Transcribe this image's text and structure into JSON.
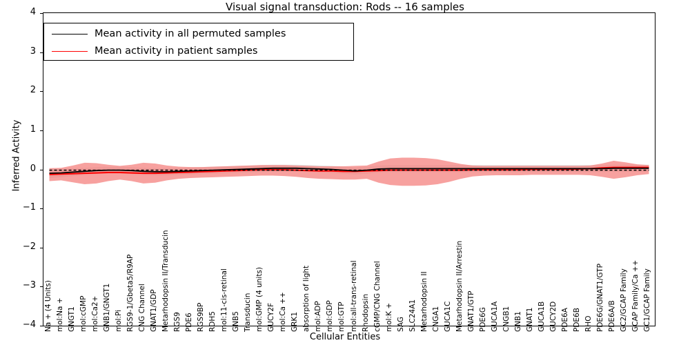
{
  "chart_data": {
    "type": "line",
    "title": "Visual signal transduction: Rods -- 16 samples",
    "xlabel": "Cellular Entities",
    "ylabel": "Inferred Activity",
    "ylim": [
      -4,
      4
    ],
    "yticks": [
      "-4",
      "-3",
      "-2",
      "-1",
      "0",
      "1",
      "2",
      "3",
      "4"
    ],
    "grid": false,
    "legend_position": "upper left",
    "categories": [
      "Na + (4 Units)",
      "mol:Na +",
      "GNGT1",
      "mol:cGMP",
      "mol:Ca2+",
      "GNB1/GNGT1",
      "mol:Pi",
      "RGS9-1/Gbeta5/R9AP",
      "CNG Channel",
      "GNAT1/GDP",
      "Metarhodopsin II/Transducin",
      "RGS9",
      "PDE6",
      "RGS9BP",
      "RDH5",
      "mol:11-cis-retinal",
      "GNB5",
      "Transducin",
      "mol:GMP (4 units)",
      "GUCY2F",
      "mol:Ca ++",
      "GRK1",
      "absorption of light",
      "mol:ADP",
      "mol:GDP",
      "mol:GTP",
      "mol:all-trans-retinal",
      "Rhodopsin",
      "cGMP/CNG Channel",
      "mol:K +",
      "SAG",
      "SLC24A1",
      "Metarhodopsin II",
      "CNGA1",
      "GUCA1C",
      "Metarhodopsin II/Arrestin",
      "GNAT1/GTP",
      "PDE6G",
      "GUCA1A",
      "CNGB1",
      "GNB1",
      "GNAT1",
      "GUCA1B",
      "GUCY2D",
      "PDE6A",
      "PDE6B",
      "RHO",
      "PDE6G/GNAT1/GTP",
      "PDE6A/B",
      "GC2/GCAP Family",
      "GCAP Family/Ca ++",
      "GC1/GCAP Family"
    ],
    "series": [
      {
        "name": "Mean activity in all permuted samples",
        "color": "#000000",
        "style": "solid",
        "values": [
          -0.1,
          -0.09,
          -0.07,
          -0.05,
          -0.03,
          -0.02,
          -0.02,
          -0.03,
          -0.05,
          -0.06,
          -0.06,
          -0.05,
          -0.04,
          -0.03,
          -0.02,
          -0.01,
          0.0,
          0.01,
          0.02,
          0.03,
          0.03,
          0.03,
          0.02,
          0.01,
          0.0,
          -0.02,
          -0.04,
          -0.02,
          0.01,
          0.02,
          0.02,
          0.02,
          0.02,
          0.02,
          0.02,
          0.02,
          0.02,
          0.02,
          0.02,
          0.02,
          0.02,
          0.02,
          0.02,
          0.02,
          0.02,
          0.02,
          0.02,
          0.02,
          0.03,
          0.03,
          0.03,
          0.03
        ],
        "band_lower": [
          -0.22,
          -0.2,
          -0.17,
          -0.14,
          -0.12,
          -0.11,
          -0.11,
          -0.12,
          -0.14,
          -0.15,
          -0.15,
          -0.14,
          -0.13,
          -0.12,
          -0.11,
          -0.1,
          -0.09,
          -0.08,
          -0.07,
          -0.06,
          -0.06,
          -0.06,
          -0.07,
          -0.08,
          -0.09,
          -0.11,
          -0.13,
          -0.11,
          -0.08,
          -0.07,
          -0.07,
          -0.07,
          -0.07,
          -0.07,
          -0.07,
          -0.07,
          -0.07,
          -0.07,
          -0.07,
          -0.07,
          -0.07,
          -0.07,
          -0.07,
          -0.07,
          -0.07,
          -0.07,
          -0.07,
          -0.07,
          -0.06,
          -0.06,
          -0.06,
          -0.06
        ],
        "band_upper": [
          0.02,
          0.02,
          0.03,
          0.04,
          0.06,
          0.07,
          0.07,
          0.06,
          0.04,
          0.03,
          0.03,
          0.04,
          0.05,
          0.06,
          0.07,
          0.08,
          0.09,
          0.1,
          0.11,
          0.12,
          0.12,
          0.12,
          0.11,
          0.1,
          0.09,
          0.07,
          0.05,
          0.07,
          0.1,
          0.11,
          0.11,
          0.11,
          0.11,
          0.11,
          0.11,
          0.11,
          0.11,
          0.11,
          0.11,
          0.11,
          0.11,
          0.11,
          0.11,
          0.11,
          0.11,
          0.11,
          0.11,
          0.11,
          0.12,
          0.12,
          0.12,
          0.12
        ]
      },
      {
        "name": "Mean activity in patient samples",
        "color": "#ff0000",
        "style": "solid",
        "values": [
          -0.13,
          -0.12,
          -0.11,
          -0.1,
          -0.09,
          -0.08,
          -0.08,
          -0.09,
          -0.1,
          -0.1,
          -0.09,
          -0.08,
          -0.07,
          -0.06,
          -0.05,
          -0.04,
          -0.03,
          -0.02,
          -0.01,
          -0.01,
          -0.01,
          -0.02,
          -0.03,
          -0.04,
          -0.04,
          -0.05,
          -0.05,
          -0.04,
          -0.03,
          -0.02,
          -0.02,
          -0.02,
          -0.02,
          -0.02,
          -0.02,
          -0.02,
          -0.01,
          -0.01,
          -0.01,
          -0.01,
          -0.01,
          0.0,
          0.0,
          0.0,
          0.0,
          0.01,
          0.02,
          0.04,
          0.05,
          0.05,
          0.05,
          0.05
        ],
        "band_lower": [
          -0.3,
          -0.28,
          -0.33,
          -0.38,
          -0.36,
          -0.3,
          -0.26,
          -0.3,
          -0.36,
          -0.34,
          -0.28,
          -0.24,
          -0.22,
          -0.21,
          -0.2,
          -0.19,
          -0.18,
          -0.17,
          -0.16,
          -0.16,
          -0.17,
          -0.19,
          -0.22,
          -0.24,
          -0.25,
          -0.26,
          -0.26,
          -0.24,
          -0.34,
          -0.4,
          -0.42,
          -0.42,
          -0.41,
          -0.38,
          -0.32,
          -0.24,
          -0.18,
          -0.16,
          -0.15,
          -0.15,
          -0.15,
          -0.14,
          -0.14,
          -0.14,
          -0.14,
          -0.14,
          -0.15,
          -0.19,
          -0.24,
          -0.2,
          -0.15,
          -0.12
        ],
        "band_upper": [
          0.03,
          0.04,
          0.1,
          0.17,
          0.16,
          0.12,
          0.09,
          0.12,
          0.17,
          0.15,
          0.1,
          0.07,
          0.06,
          0.06,
          0.07,
          0.08,
          0.09,
          0.1,
          0.11,
          0.11,
          0.11,
          0.1,
          0.09,
          0.08,
          0.08,
          0.08,
          0.09,
          0.1,
          0.2,
          0.28,
          0.3,
          0.3,
          0.29,
          0.26,
          0.2,
          0.14,
          0.1,
          0.09,
          0.09,
          0.09,
          0.09,
          0.09,
          0.09,
          0.09,
          0.09,
          0.09,
          0.1,
          0.15,
          0.22,
          0.18,
          0.13,
          0.11
        ]
      },
      {
        "name": "zero-reference-dashed",
        "color": "#000000",
        "style": "dashed",
        "values": [
          -0.02,
          -0.02,
          -0.02,
          -0.02,
          -0.02,
          -0.02,
          -0.02,
          -0.02,
          -0.02,
          -0.02,
          -0.02,
          -0.02,
          -0.02,
          -0.02,
          -0.02,
          -0.02,
          -0.02,
          -0.02,
          -0.02,
          -0.02,
          -0.02,
          -0.02,
          -0.02,
          -0.02,
          -0.02,
          -0.02,
          -0.02,
          -0.02,
          -0.02,
          -0.02,
          -0.02,
          -0.02,
          -0.02,
          -0.02,
          -0.02,
          -0.02,
          -0.02,
          -0.02,
          -0.02,
          -0.02,
          -0.02,
          -0.02,
          -0.02,
          -0.02,
          -0.02,
          -0.02,
          -0.02,
          -0.02,
          -0.02,
          -0.02,
          -0.02,
          -0.02
        ]
      }
    ],
    "colors": {
      "permuted_line": "#000000",
      "permuted_band": "#c8c8c8",
      "patient_line": "#ff0000",
      "patient_band": "#f4827f",
      "axis": "#000000",
      "background": "#ffffff"
    }
  },
  "legend": {
    "entries": [
      {
        "label": "Mean activity in all permuted samples",
        "color": "#000000"
      },
      {
        "label": "Mean activity in patient samples",
        "color": "#ff0000"
      }
    ]
  }
}
